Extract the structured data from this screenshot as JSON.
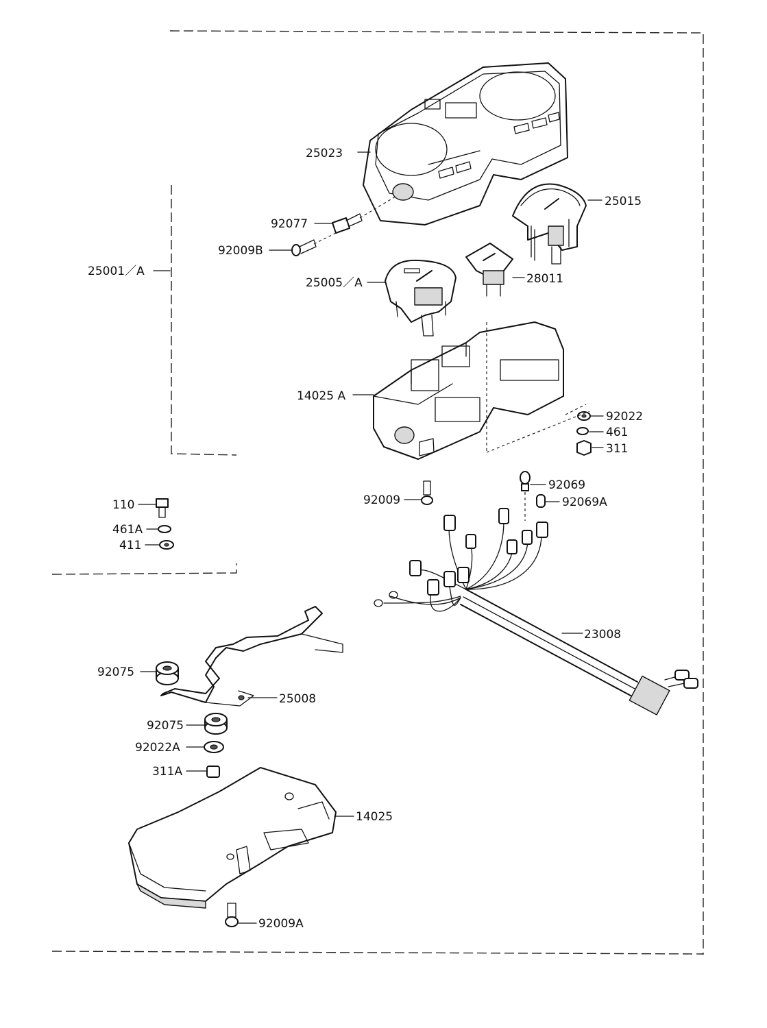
{
  "diagram": {
    "labels": {
      "p25023": "25023",
      "p25015": "25015",
      "p92077": "92077",
      "p92009B": "92009B",
      "p25001A": "25001／A",
      "p25005A": "25005／A",
      "p28011": "28011",
      "p14025A": "14025 A",
      "p92022": "92022",
      "p461": "461",
      "p311": "311",
      "p110": "110",
      "p461A": "461A",
      "p411": "411",
      "p92009": "92009",
      "p92069": "92069",
      "p92069A": "92069A",
      "p23008": "23008",
      "p92075a": "92075",
      "p25008": "25008",
      "p92075b": "92075",
      "p92022A": "92022A",
      "p311A": "311A",
      "p14025": "14025",
      "p92009A": "92009A"
    }
  }
}
